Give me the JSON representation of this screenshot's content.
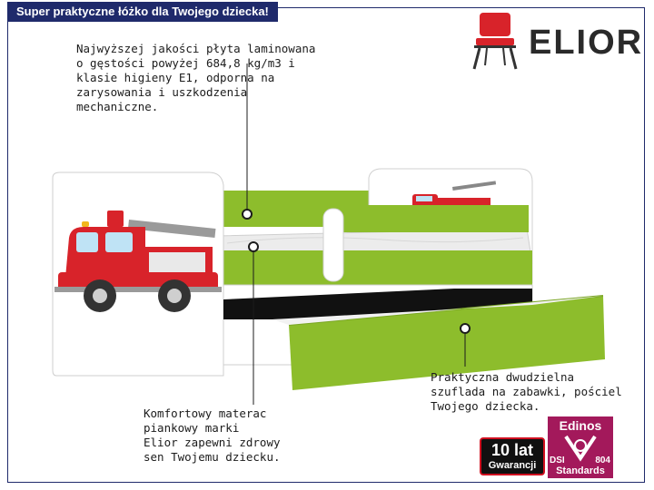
{
  "banner": {
    "title": "Super praktyczne łóżko dla Twojego dziecka!"
  },
  "brand": {
    "name": "ELIOR"
  },
  "notes": {
    "board": "Najwyższej jakości płyta laminowana\no gęstości powyżej 684,8 kg/m3 i\nklasie higieny E1, odporna na\nzarysowania i uszkodzenia\nmechaniczne.",
    "mattress": "Komfortowy materac\npiankowy marki\nElior zapewni zdrowy\nsen Twojemu dziecku.",
    "drawer": "Praktyczna dwudzielna\nszuflada na zabawki, pościel\nTwojego dziecka."
  },
  "badges": {
    "warranty_top": "10 lat",
    "warranty_bottom": "Gwarancji",
    "cert_name": "Edinos",
    "cert_left": "DSI",
    "cert_right": "804",
    "cert_bottom": "Standards"
  },
  "colors": {
    "navy": "#1f2a6b",
    "green": "#8dbd2c",
    "truck_red": "#d8232a",
    "cert_magenta": "#a3195b",
    "warranty_red": "#d01020"
  },
  "icons": {
    "logo": "chair-icon",
    "callout": "callout-dot-icon"
  }
}
